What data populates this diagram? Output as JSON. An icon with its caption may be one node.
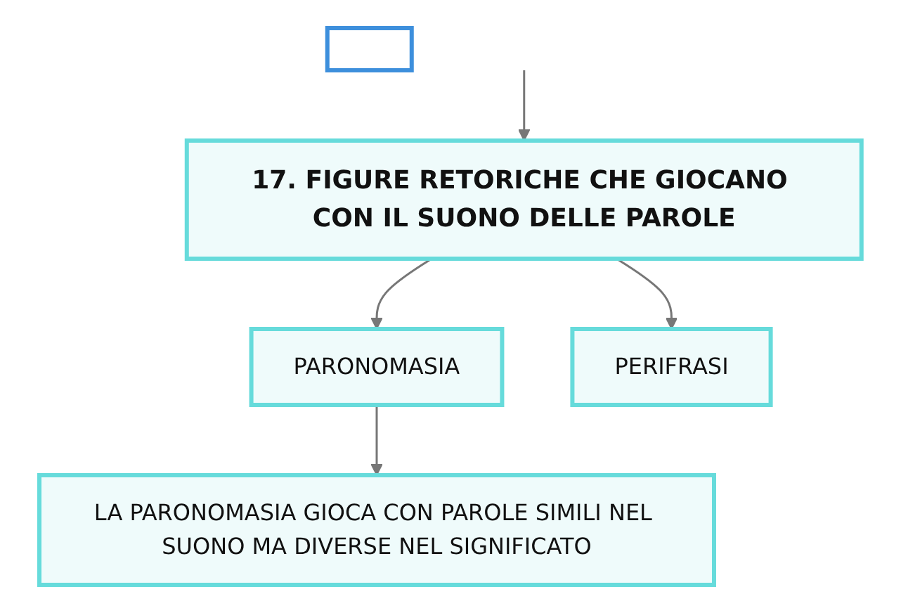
{
  "diagram": {
    "nodes": [
      {
        "text": [
          "17. FIGURE RETORICHE CHE GIOCANO CON IL SUONO DELLE PAROLE"
        ]
      },
      {
        "text": [
          "PARONOMASIA"
        ]
      },
      {
        "text": [
          "PERIFRASI"
        ]
      },
      {
        "text": [
          "LA PARONOMASIA GIOCA CON PAROLE SIMILI NEL SUONO MA DIVERSE NEL SIGNIFICATO"
        ]
      },
      {
        "text": [],
        "shape": "box"
      }
    ],
    "edges": [
      {
        "from": null,
        "to": 0,
        "arrow": "to"
      },
      {
        "from": 0,
        "to": 1,
        "arrow": "to"
      },
      {
        "from": 0,
        "to": 2,
        "arrow": "to"
      },
      {
        "from": 1,
        "to": 3,
        "arrow": "to"
      }
    ]
  }
}
